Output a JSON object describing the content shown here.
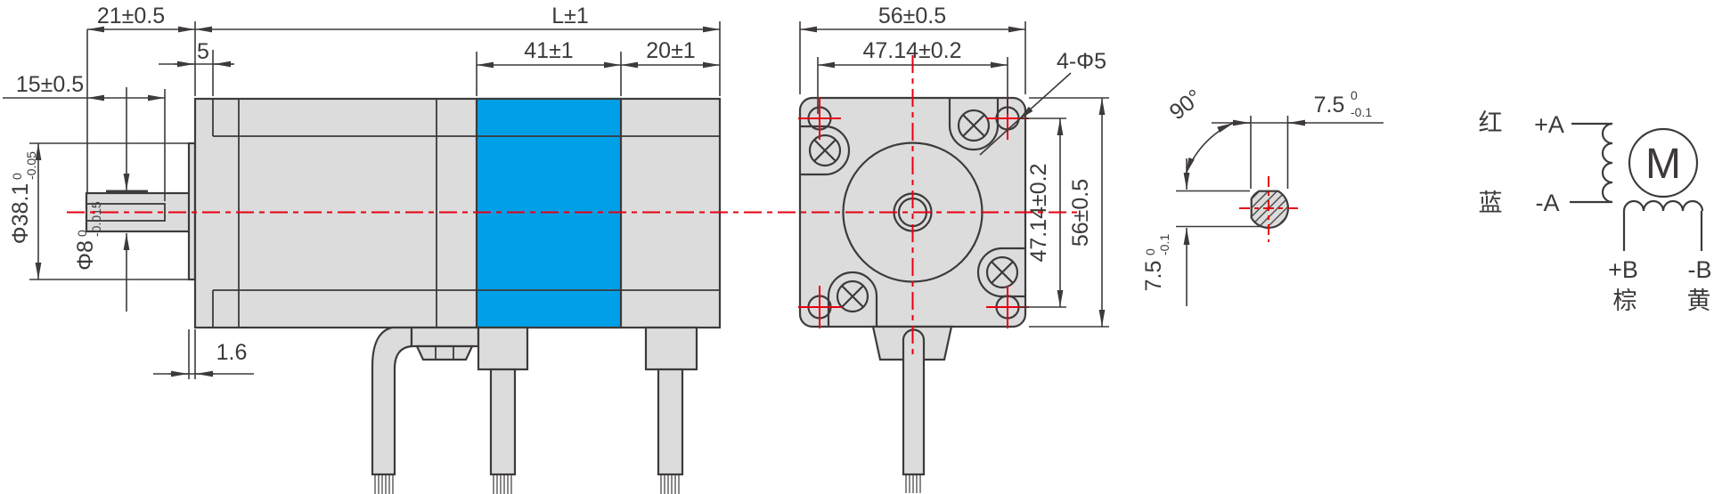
{
  "colors": {
    "line": "#3d3a39",
    "centerline_red": "#e60012",
    "body_gray": "#dcdcdc",
    "accent_blue": "#00a0e9",
    "background": "#ffffff"
  },
  "side_view": {
    "shaft_protrusion": "21±0.5",
    "flat_length": "15±0.5",
    "front_cap": "5",
    "body_length": "L±1",
    "mid_section": "41±1",
    "rear_section": "20±1",
    "pilot_thickness": "1.6",
    "pilot_diameter": {
      "value": "Φ38.1",
      "tol_upper": "0",
      "tol_lower": "-0.05"
    },
    "shaft_diameter": {
      "value": "Φ8",
      "tol_upper": "0",
      "tol_lower": "-0.015"
    }
  },
  "front_view": {
    "width": "56±0.5",
    "hole_pitch_horizontal": "47.14±0.2",
    "mounting_holes": "4-Φ5",
    "hole_pitch_vertical": "47.14±0.2",
    "height": "56±0.5"
  },
  "section_view": {
    "flat_angle": "90°",
    "width_across_flat": {
      "value": "7.5",
      "tol_upper": "0",
      "tol_lower": "-0.1"
    },
    "height_across_flat": {
      "value": "7.5",
      "tol_upper": "0",
      "tol_lower": "-0.1"
    }
  },
  "wiring": {
    "phase_a_plus_color": "红",
    "phase_a_plus": "+A",
    "phase_a_minus_color": "蓝",
    "phase_a_minus": "-A",
    "motor_symbol": "M",
    "phase_b_plus": "+B",
    "phase_b_minus": "-B",
    "phase_b_plus_color": "棕",
    "phase_b_minus_color": "黄"
  }
}
